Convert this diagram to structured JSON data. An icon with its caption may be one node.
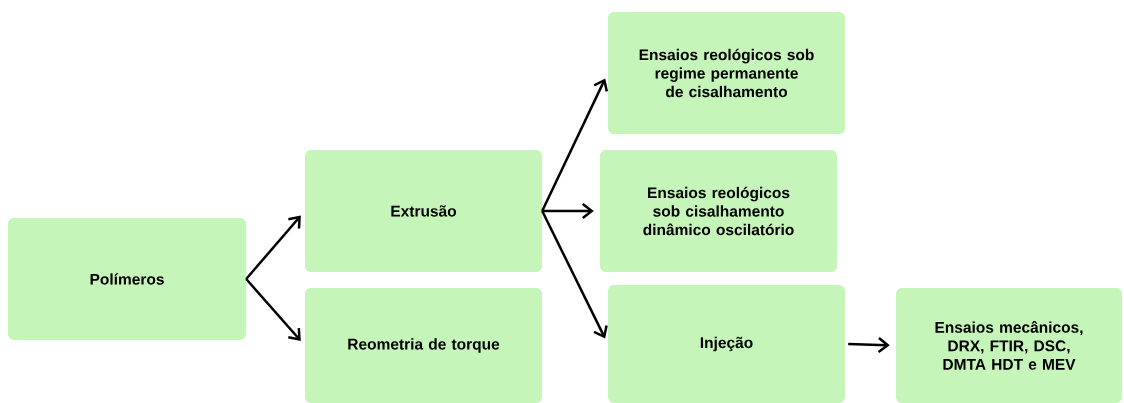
{
  "diagram": {
    "nodes": [
      {
        "text": [
          "Polímeros"
        ]
      },
      {
        "text": [
          "Extrusão"
        ]
      },
      {
        "text": [
          "Reometria de torque"
        ]
      },
      {
        "text": [
          "Ensaios reológicos sob regime permanente de cisalhamento"
        ]
      },
      {
        "text": [
          "Ensaios reológicos sob cisalhamento dinâmico oscilatório"
        ]
      },
      {
        "text": [
          "Injeção"
        ]
      },
      {
        "text": [
          "Ensaios mecânicos, DRX, FTIR, DSC, DMTA HDT e MEV"
        ]
      }
    ],
    "edges": [
      {
        "from": 0,
        "to": 1,
        "arrow": "to"
      },
      {
        "from": 0,
        "to": 2,
        "arrow": "to"
      },
      {
        "from": 1,
        "to": 3,
        "arrow": "to"
      },
      {
        "from": 1,
        "to": 4,
        "arrow": "to"
      },
      {
        "from": 1,
        "to": 5,
        "arrow": "to"
      },
      {
        "from": 5,
        "to": 6,
        "arrow": "to"
      }
    ]
  }
}
